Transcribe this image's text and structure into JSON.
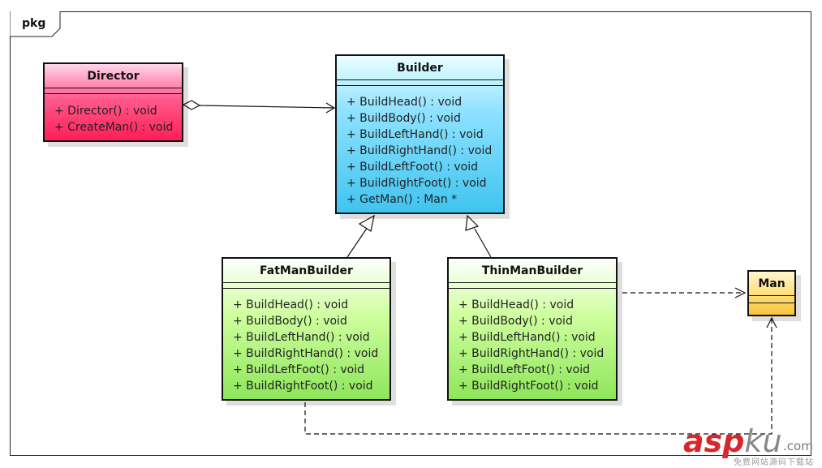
{
  "package": {
    "label": "pkg"
  },
  "classes": {
    "director": {
      "name": "Director",
      "operations": [
        "+ Director() : void",
        "+ CreateMan() : void"
      ]
    },
    "builder": {
      "name": "Builder",
      "operations": [
        "+ BuildHead() : void",
        "+ BuildBody() : void",
        "+ BuildLeftHand() : void",
        "+ BuildRightHand() : void",
        "+ BuildLeftFoot() : void",
        "+ BuildRightFoot() : void",
        "+ GetMan() : Man *"
      ]
    },
    "fat": {
      "name": "FatManBuilder",
      "operations": [
        "+ BuildHead() : void",
        "+ BuildBody() : void",
        "+ BuildLeftHand() : void",
        "+ BuildRightHand() : void",
        "+ BuildLeftFoot() : void",
        "+ BuildRightFoot() : void"
      ]
    },
    "thin": {
      "name": "ThinManBuilder",
      "operations": [
        "+ BuildHead() : void",
        "+ BuildBody() : void",
        "+ BuildLeftHand() : void",
        "+ BuildRightHand() : void",
        "+ BuildLeftFoot() : void",
        "+ BuildRightFoot() : void"
      ]
    },
    "man": {
      "name": "Man"
    }
  },
  "watermark": {
    "main_red": "asp",
    "main_gray": "ku",
    "suffix": ".com",
    "subtitle": "免费网站源码下载站"
  },
  "colors": {
    "director": "#ff1f55",
    "builder": "#3fc4f0",
    "concrete_builders": "#8ee65a",
    "man": "#f7c440",
    "watermark": "#d8262b"
  }
}
